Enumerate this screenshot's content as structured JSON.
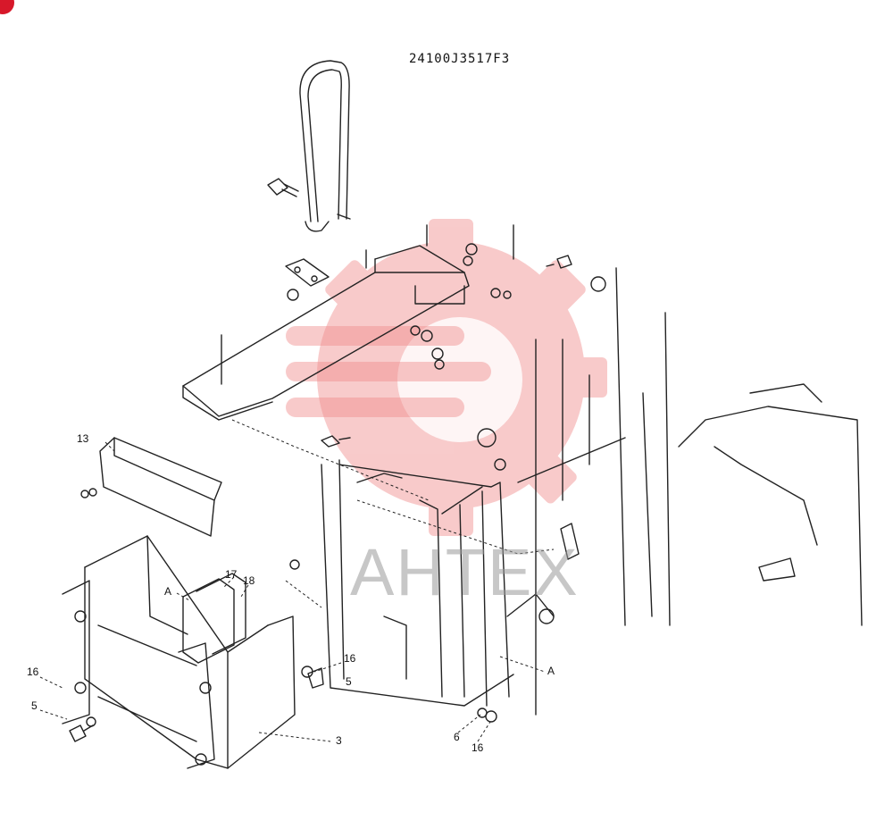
{
  "drawing": {
    "part_code": "24100J3517F3",
    "watermark_text": "AHTEX",
    "watermark_color": "#f08c8c",
    "accent_color": "#d7182a",
    "line_color": "#222222"
  },
  "callouts": [
    {
      "id": "13",
      "label": "13"
    },
    {
      "id": "17",
      "label": "17"
    },
    {
      "id": "18",
      "label": "18"
    },
    {
      "id": "A_left",
      "label": "A"
    },
    {
      "id": "16_left",
      "label": "16"
    },
    {
      "id": "5_left",
      "label": "5"
    },
    {
      "id": "3",
      "label": "3"
    },
    {
      "id": "16_mid",
      "label": "16"
    },
    {
      "id": "5_mid",
      "label": "5"
    },
    {
      "id": "6",
      "label": "6"
    },
    {
      "id": "16_bottom",
      "label": "16"
    },
    {
      "id": "A_right",
      "label": "A"
    }
  ]
}
